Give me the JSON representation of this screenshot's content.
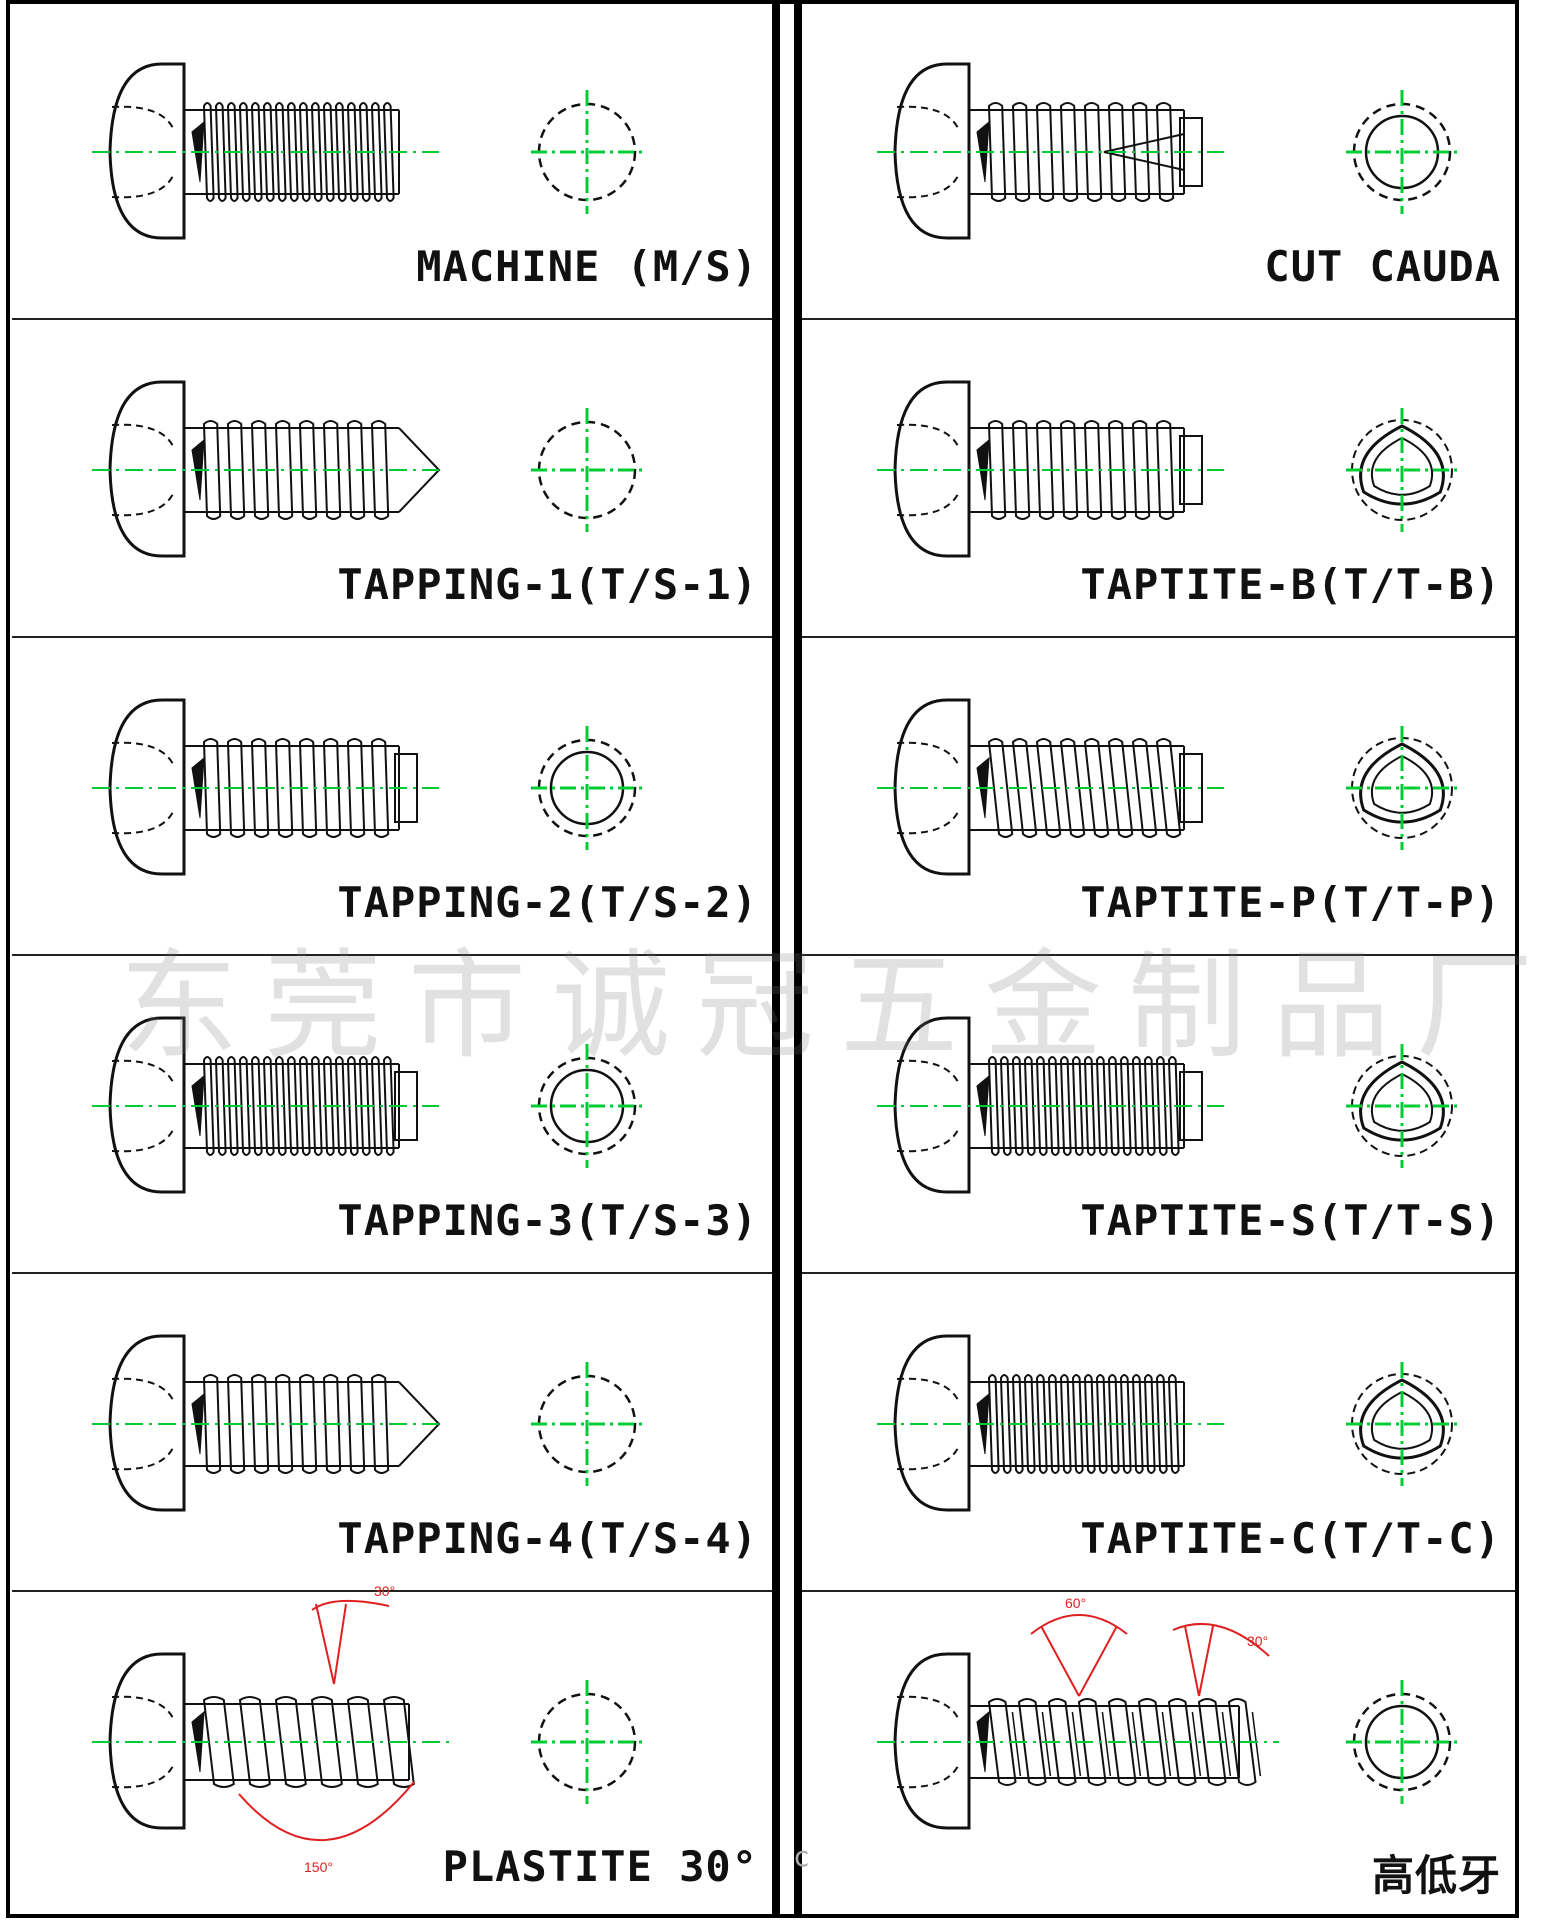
{
  "left_column": {
    "items": [
      {
        "label": "MACHINE (M/S)",
        "thread": "machine",
        "point": "flat",
        "section": "round"
      },
      {
        "label": "TAPPING-1(T/S-1)",
        "thread": "coarse",
        "point": "pointed",
        "section": "round"
      },
      {
        "label": "TAPPING-2(T/S-2)",
        "thread": "coarse",
        "point": "blunt",
        "section": "round-double"
      },
      {
        "label": "TAPPING-3(T/S-3)",
        "thread": "fine",
        "point": "blunt",
        "section": "round-double"
      },
      {
        "label": "TAPPING-4(T/S-4)",
        "thread": "coarse",
        "point": "pointed",
        "section": "round"
      },
      {
        "label": "PLASTITE 30°",
        "thread": "plastite",
        "point": "flat",
        "section": "round",
        "angles": {
          "flank": "30°",
          "root": "150°"
        }
      }
    ]
  },
  "right_column": {
    "items": [
      {
        "label": "CUT CAUDA",
        "thread": "coarse",
        "point": "cut",
        "section": "round-double"
      },
      {
        "label": "TAPTITE-B(T/T-B)",
        "thread": "coarse",
        "point": "blunt",
        "section": "trilobular"
      },
      {
        "label": "TAPTITE-P(T/T-P)",
        "thread": "slant",
        "point": "blunt",
        "section": "trilobular"
      },
      {
        "label": "TAPTITE-S(T/T-S)",
        "thread": "fine",
        "point": "blunt",
        "section": "trilobular"
      },
      {
        "label": "TAPTITE-C(T/T-C)",
        "thread": "fine",
        "point": "flat",
        "section": "trilobular"
      },
      {
        "label": "高低牙",
        "thread": "hilo",
        "point": "flat",
        "section": "round-double",
        "angles": {
          "high": "60°",
          "low": "30°"
        }
      }
    ]
  },
  "watermark": "东莞市诚冠五金制品厂",
  "stray_mark": "c",
  "colors": {
    "centerline": "#00cc33",
    "angle": "#e02020",
    "line": "#111111",
    "border": "#000000"
  }
}
